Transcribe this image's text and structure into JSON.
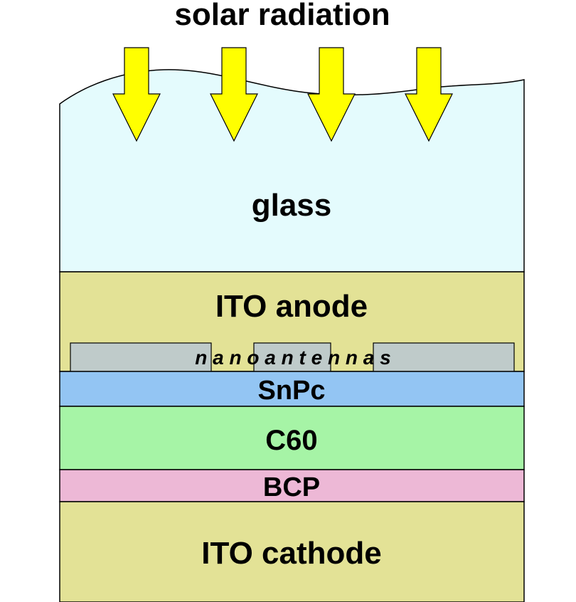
{
  "title": "solar radiation",
  "layers": {
    "glass": "glass",
    "ito_anode": "ITO anode",
    "nanoantennas": "n a n o a n t e n n a s",
    "snpc": "SnPc",
    "c60": "C60",
    "bcp": "BCP",
    "ito_cathode": "ITO cathode"
  },
  "colors": {
    "glass": "#e4fbfd",
    "ito": "#e3e296",
    "nanoantenna": "#bfcbca",
    "snpc": "#93c5f3",
    "c60": "#a6f4a6",
    "bcp": "#edb8d6",
    "arrow": "#ffff00",
    "outline": "#000000"
  },
  "arrows": {
    "count": 4,
    "icon": "down-arrow-icon"
  }
}
